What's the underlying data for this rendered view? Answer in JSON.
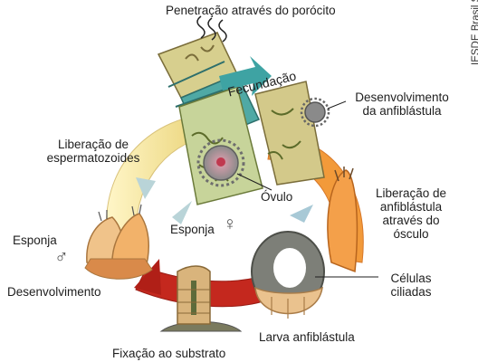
{
  "credit": "IESDE Brasil S.A.",
  "labels": {
    "penetracao": "Penetração através do porócito",
    "fecundacao": "Fecundação",
    "desenvolvimento_anfiblastula_l1": "Desenvolvimento",
    "desenvolvimento_anfiblastula_l2": "da anfiblástula",
    "liberacao_esperm_l1": "Liberação de",
    "liberacao_esperm_l2": "espermatozoides",
    "ovulo": "Óvulo",
    "liberacao_anfi_l1": "Liberação de",
    "liberacao_anfi_l2": "anfiblástula",
    "liberacao_anfi_l3": "através do",
    "liberacao_anfi_l4": "ósculo",
    "esponja_left": "Esponja",
    "male_symbol": "♂",
    "esponja_center": "Esponja",
    "female_symbol": "♀",
    "desenvolvimento": "Desenvolvimento",
    "celulas_l1": "Células",
    "celulas_l2": "ciliadas",
    "larva": "Larva anfiblástula",
    "fixacao": "Fixação ao substrato"
  }
}
